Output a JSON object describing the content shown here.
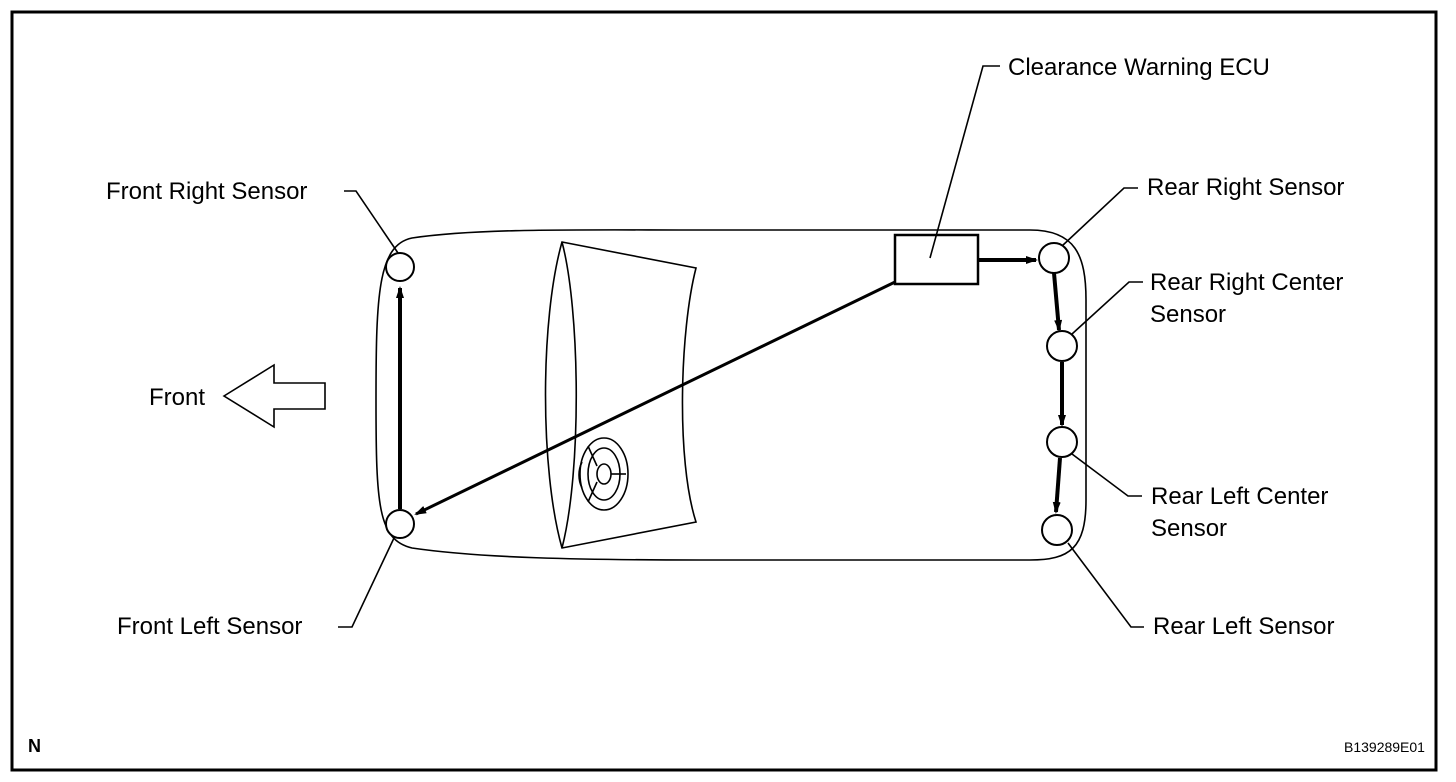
{
  "labels": {
    "ecu": "Clearance Warning ECU",
    "front_right": "Front Right Sensor",
    "front_left": "Front Left Sensor",
    "rear_right": "Rear Right Sensor",
    "rear_right_center_1": "Rear Right Center",
    "rear_right_center_2": "Sensor",
    "rear_left_center_1": "Rear Left Center",
    "rear_left_center_2": "Sensor",
    "rear_left": "Rear Left Sensor",
    "front": "Front",
    "corner_mark": "N",
    "figure_code": "B139289E01"
  }
}
